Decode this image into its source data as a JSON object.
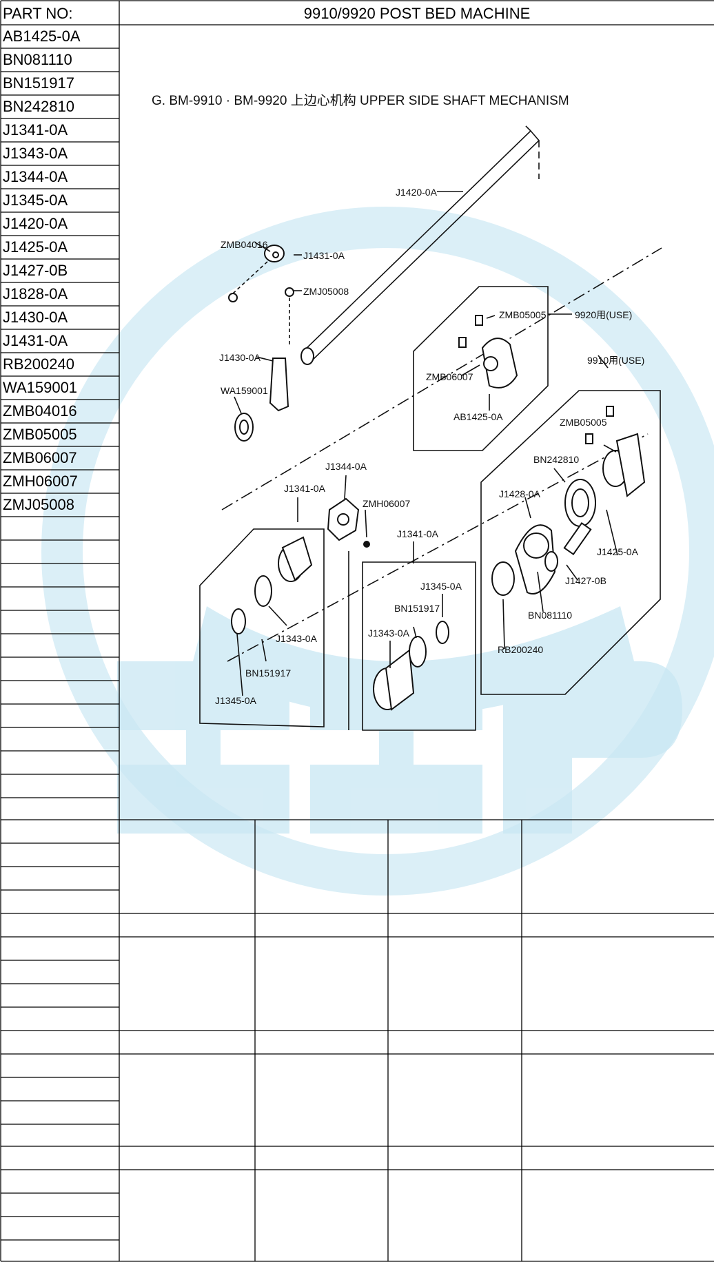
{
  "header": {
    "part_no_label": "PART NO:",
    "title": "9910/9920 POST BED MACHINE"
  },
  "parts": [
    "AB1425-0A",
    "BN081110",
    "BN151917",
    "BN242810",
    "J1341-0A",
    "J1343-0A",
    "J1344-0A",
    "J1345-0A",
    "J1420-0A",
    "J1425-0A",
    "J1427-0B",
    "J1828-0A",
    "J1430-0A",
    "J1431-0A",
    "RB200240",
    "WA159001",
    "ZMB04016",
    "ZMB05005",
    "ZMB06007",
    "ZMH06007",
    "ZMJ05008"
  ],
  "diagram": {
    "title": "G. BM-9910 · BM-9920   上边心机构   UPPER SIDE SHAFT MECHANISM",
    "labels": {
      "j1420": "J1420-0A",
      "zmb04016": "ZMB04016",
      "j1431": "J1431-0A",
      "zmj05008": "ZMJ05008",
      "j1430": "J1430-0A",
      "wa159001": "WA159001",
      "zmb05005_a": "ZMB05005",
      "use9920": "9920用(USE)",
      "zmb06007": "ZMB06007",
      "ab1425": "AB1425-0A",
      "use9910": "9910用(USE)",
      "zmb05005_b": "ZMB05005",
      "bn242810": "BN242810",
      "j1428": "J1428-0A",
      "j1344": "J1344-0A",
      "j1341_a": "J1341-0A",
      "zmh06007": "ZMH06007",
      "j1341_b": "J1341-0A",
      "j1345_b": "J1345-0A",
      "bn151917_b": "BN151917",
      "j1343_b": "J1343-0A",
      "j1425": "J1425-0A",
      "j1427": "J1427-0B",
      "bn081110": "BN081110",
      "rb200240": "RB200240",
      "j1343_a": "J1343-0A",
      "bn151917_a": "BN151917",
      "j1345_a": "J1345-0A"
    }
  },
  "colors": {
    "grid": "#000000",
    "watermark": "#bfe3f0"
  }
}
